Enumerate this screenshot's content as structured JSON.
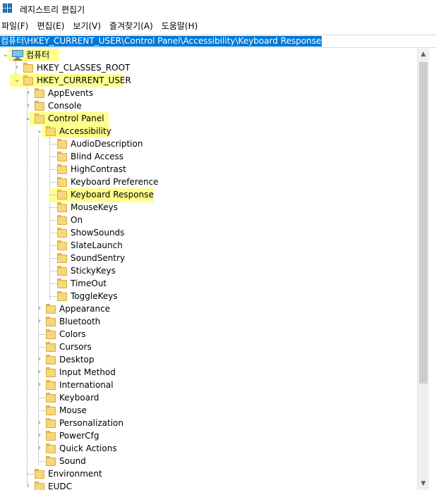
{
  "window": {
    "title": "레지스트리 편집기",
    "icon": "registry-cubes-icon"
  },
  "menu": [
    "파일(F)",
    "편집(E)",
    "보기(V)",
    "즐겨찾기(A)",
    "도움말(H)"
  ],
  "address": "컴퓨터\\HKEY_CURRENT_USER\\Control Panel\\Accessibility\\Keyboard Response",
  "colors": {
    "highlight": "#ffff7a",
    "selection": "#0078d7",
    "folder": "#f7d77a"
  },
  "tree": {
    "root": "컴퓨터",
    "hkcr": "HKEY_CLASSES_ROOT",
    "hkcu": "HKEY_CURRENT_USER",
    "hkcu_children": [
      "AppEvents",
      "Console"
    ],
    "control_panel": "Control Panel",
    "accessibility": "Accessibility",
    "accessibility_children": [
      "AudioDescription",
      "Blind Access",
      "HighContrast",
      "Keyboard Preference",
      "Keyboard Response",
      "MouseKeys",
      "On",
      "ShowSounds",
      "SlateLaunch",
      "SoundSentry",
      "StickyKeys",
      "TimeOut",
      "ToggleKeys"
    ],
    "control_panel_children": [
      "Appearance",
      "Bluetooth",
      "Colors",
      "Cursors",
      "Desktop",
      "Input Method",
      "International",
      "Keyboard",
      "Mouse",
      "Personalization",
      "PowerCfg",
      "Quick Actions",
      "Sound"
    ],
    "after": [
      "Environment",
      "EUDC"
    ]
  }
}
